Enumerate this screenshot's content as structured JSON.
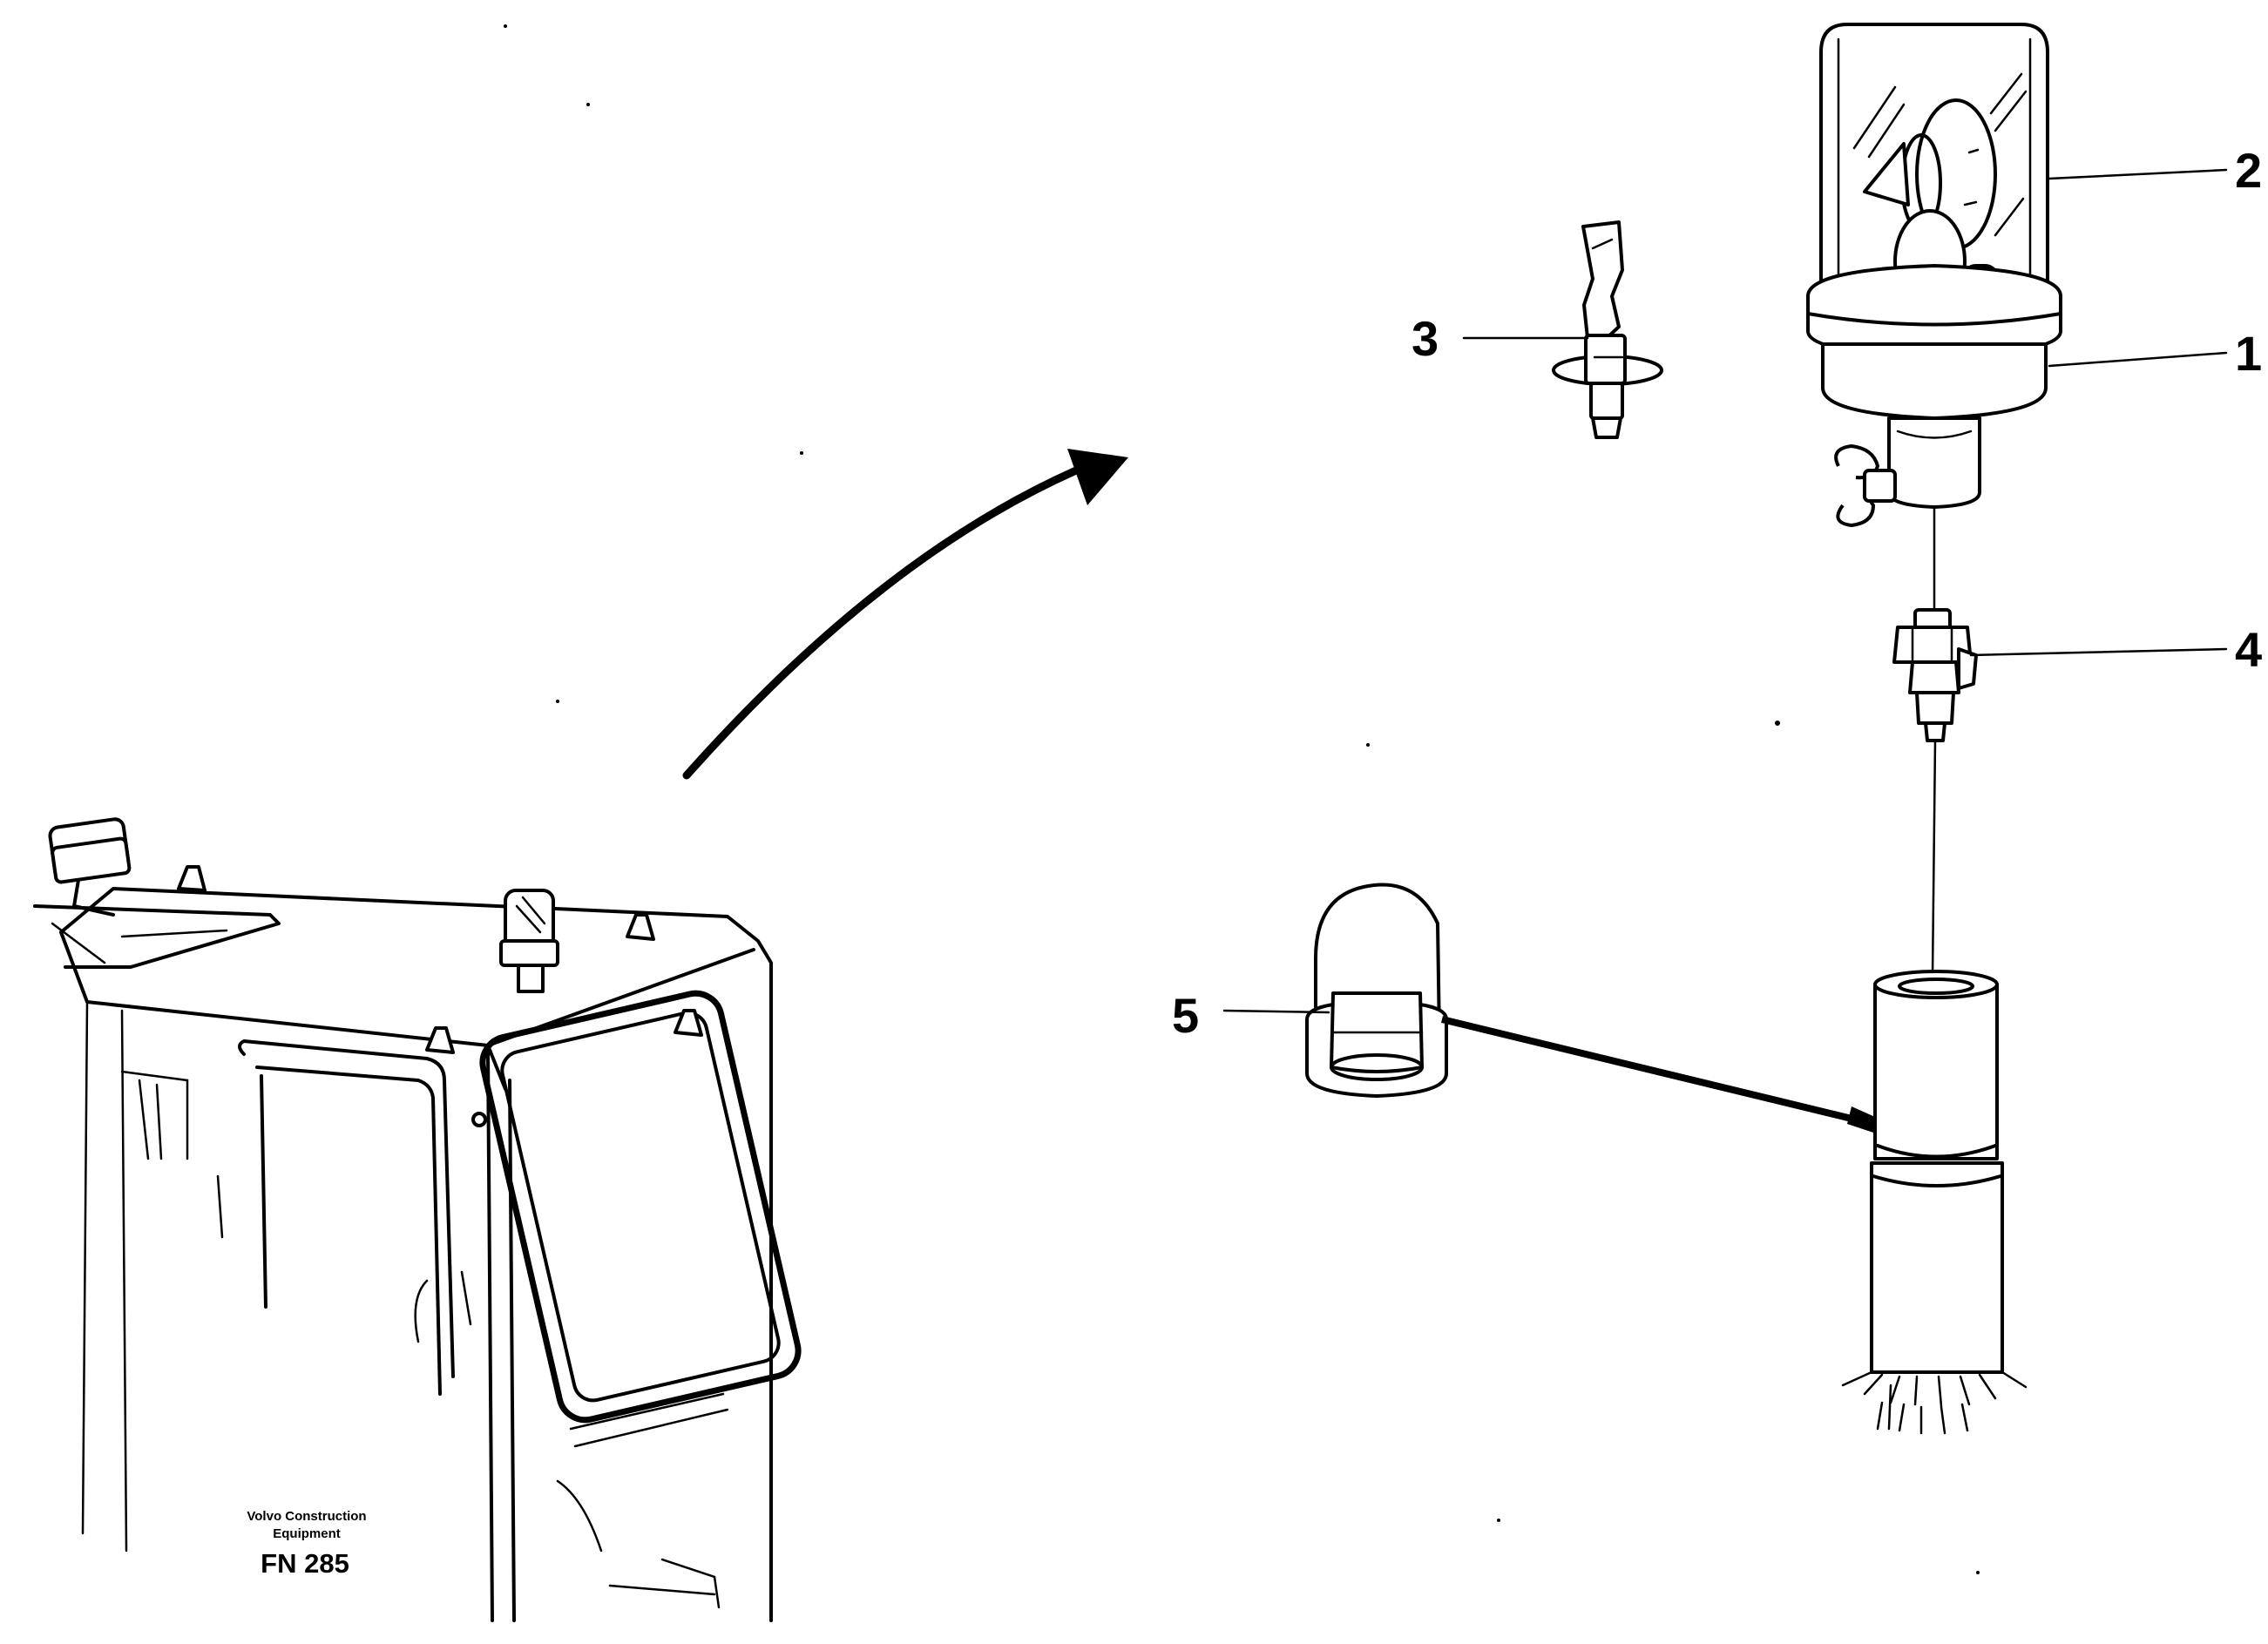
{
  "callouts": [
    {
      "id": "1",
      "label": "1"
    },
    {
      "id": "2",
      "label": "2"
    },
    {
      "id": "3",
      "label": "3"
    },
    {
      "id": "4",
      "label": "4"
    },
    {
      "id": "5",
      "label": "5"
    }
  ],
  "caption": {
    "line1": "Volvo Construction",
    "line2": "Equipment",
    "code": "FN 285"
  }
}
